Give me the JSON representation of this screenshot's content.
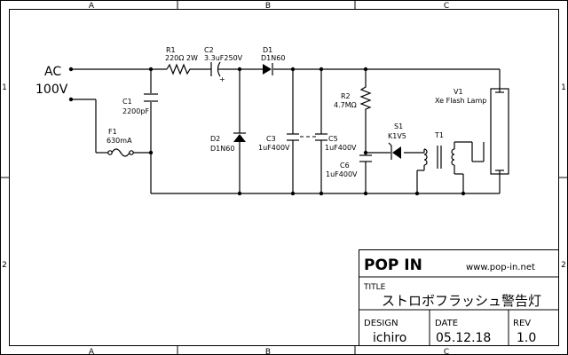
{
  "frame": {
    "col_labels": [
      "A",
      "B",
      "C"
    ],
    "row_labels": [
      "1",
      "2"
    ]
  },
  "input": {
    "label_ac": "AC",
    "label_voltage": "100V"
  },
  "components": {
    "R1": {
      "ref": "R1",
      "value": "220Ω 2W"
    },
    "C2": {
      "ref": "C2",
      "value": "3.3uF250V",
      "polarity": "+"
    },
    "D1": {
      "ref": "D1",
      "value": "D1N60"
    },
    "C1": {
      "ref": "C1",
      "value": "2200pF"
    },
    "F1": {
      "ref": "F1",
      "value": "630mA"
    },
    "D2": {
      "ref": "D2",
      "value": "D1N60"
    },
    "C3": {
      "ref": "C3",
      "value": "1uF400V"
    },
    "C5": {
      "ref": "C5",
      "value": "1uF400V"
    },
    "R2": {
      "ref": "R2",
      "value": "4.7MΩ"
    },
    "S1": {
      "ref": "S1",
      "value": "K1V5"
    },
    "C6": {
      "ref": "C6",
      "value": "1uF400V"
    },
    "T1": {
      "ref": "T1"
    },
    "V1": {
      "ref": "V1",
      "value": "Xe Flash Lamp"
    }
  },
  "title_block": {
    "brand": "POP IN",
    "url": "www.pop-in.net",
    "title_caption": "TITLE",
    "title": "ストロボフラッシュ警告灯",
    "design_caption": "DESIGN",
    "design": "ichiro",
    "date_caption": "DATE",
    "date": "05.12.18",
    "rev_caption": "REV",
    "rev": "1.0"
  }
}
